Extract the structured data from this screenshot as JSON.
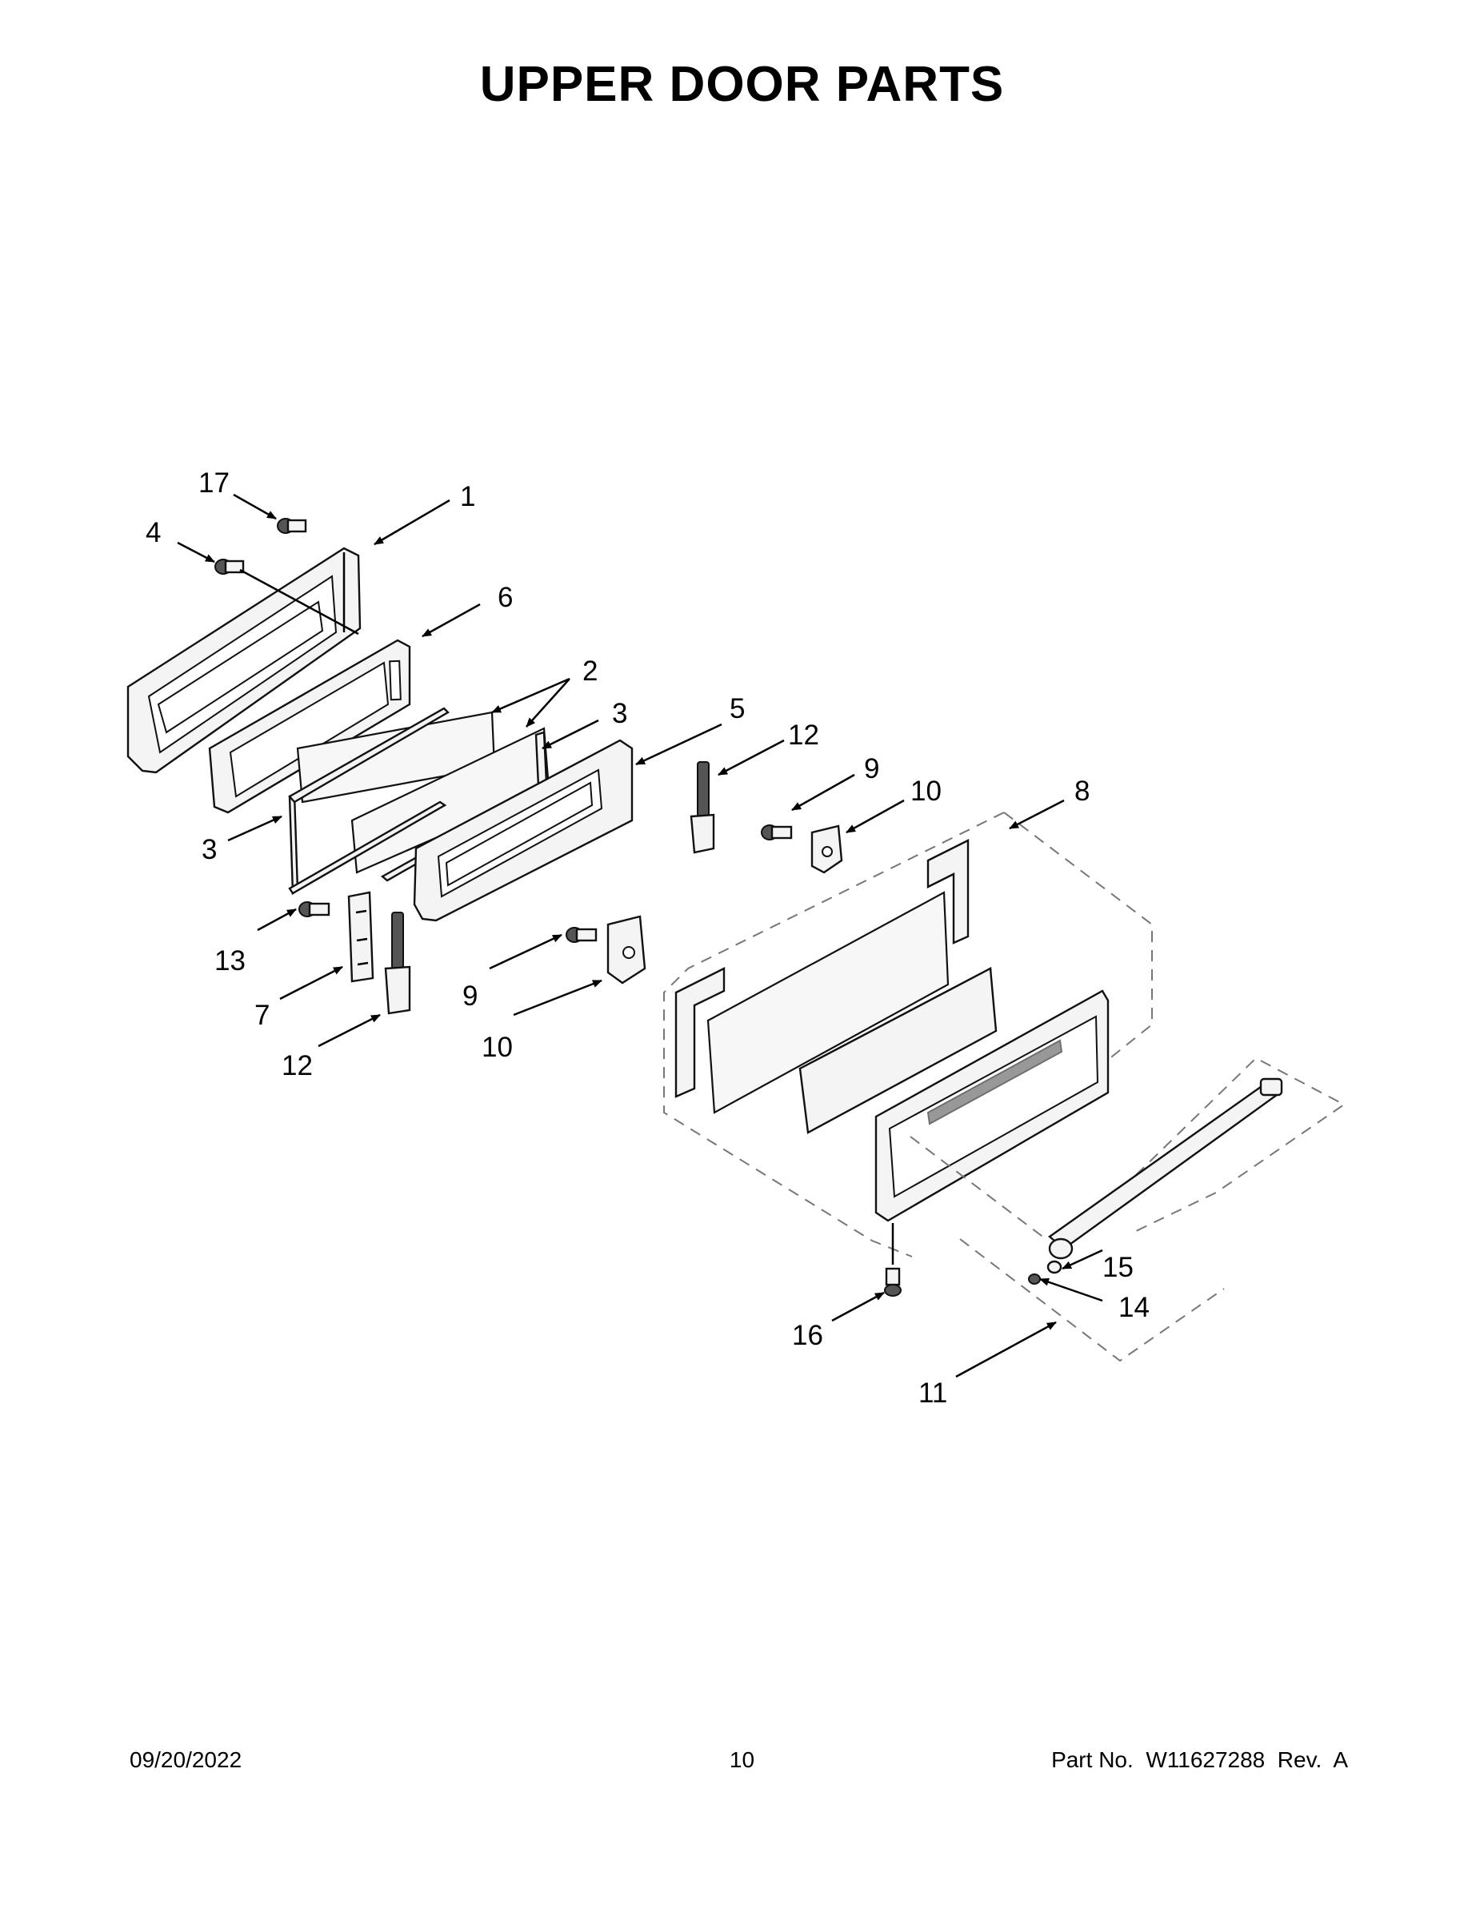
{
  "title": "UPPER DOOR PARTS",
  "callouts": {
    "c1": "1",
    "c2": "2",
    "c3a": "3",
    "c3b": "3",
    "c4": "4",
    "c5": "5",
    "c6": "6",
    "c7": "7",
    "c8": "8",
    "c9a": "9",
    "c9b": "9",
    "c10a": "10",
    "c10b": "10",
    "c11": "11",
    "c12a": "12",
    "c12b": "12",
    "c13": "13",
    "c14": "14",
    "c15": "15",
    "c16": "16",
    "c17": "17"
  },
  "footer": {
    "date": "09/20/2022",
    "page": "10",
    "part_no": "Part No.  W11627288  Rev.  A"
  }
}
